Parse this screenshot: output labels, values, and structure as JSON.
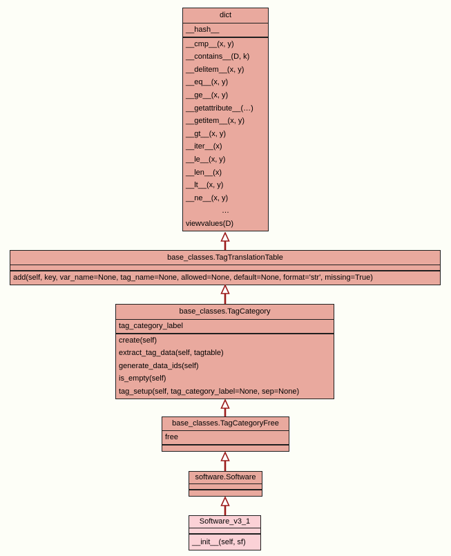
{
  "diagram": {
    "type": "uml-class-inheritance",
    "colors": {
      "background": "#fdfef7",
      "box_fill": "#e9a99e",
      "box_fill_light": "#fbd1d6",
      "border": "#1f1f1f",
      "arrow": "#9b1b1b",
      "text": "#000000"
    },
    "classes": [
      {
        "name": "dict",
        "title": "dict",
        "attributes": [
          "__hash__"
        ],
        "methods": [
          "__cmp__(x, y)",
          "__contains__(D, k)",
          "__delitem__(x, y)",
          "__eq__(x, y)",
          "__ge__(x, y)",
          "__getattribute__(…)",
          "__getitem__(x, y)",
          "__gt__(x, y)",
          "__iter__(x)",
          "__le__(x, y)",
          "__len__(x)",
          "__lt__(x, y)",
          "__ne__(x, y)",
          "…",
          "viewvalues(D)"
        ]
      },
      {
        "name": "TagTranslationTable",
        "title": "base_classes.TagTranslationTable",
        "attributes": [],
        "methods": [
          "add(self, key, var_name=None, tag_name=None, allowed=None, default=None, format='str', missing=True)"
        ]
      },
      {
        "name": "TagCategory",
        "title": "base_classes.TagCategory",
        "attributes": [
          "tag_category_label"
        ],
        "methods": [
          "create(self)",
          "extract_tag_data(self, tagtable)",
          "generate_data_ids(self)",
          "is_empty(self)",
          "tag_setup(self, tag_category_label=None, sep=None)"
        ]
      },
      {
        "name": "TagCategoryFree",
        "title": "base_classes.TagCategoryFree",
        "attributes": [
          "free"
        ],
        "methods": []
      },
      {
        "name": "Software",
        "title": "software.Software",
        "attributes": [],
        "methods": []
      },
      {
        "name": "Software_v3_1",
        "title": "Software_v3_1",
        "attributes": [],
        "methods": [
          "__init__(self, sf)"
        ]
      }
    ],
    "relations": [
      {
        "from": "base_classes.TagTranslationTable",
        "to": "dict",
        "type": "inheritance"
      },
      {
        "from": "base_classes.TagCategory",
        "to": "base_classes.TagTranslationTable",
        "type": "inheritance"
      },
      {
        "from": "base_classes.TagCategoryFree",
        "to": "base_classes.TagCategory",
        "type": "inheritance"
      },
      {
        "from": "software.Software",
        "to": "base_classes.TagCategoryFree",
        "type": "inheritance"
      },
      {
        "from": "Software_v3_1",
        "to": "software.Software",
        "type": "inheritance"
      }
    ]
  }
}
